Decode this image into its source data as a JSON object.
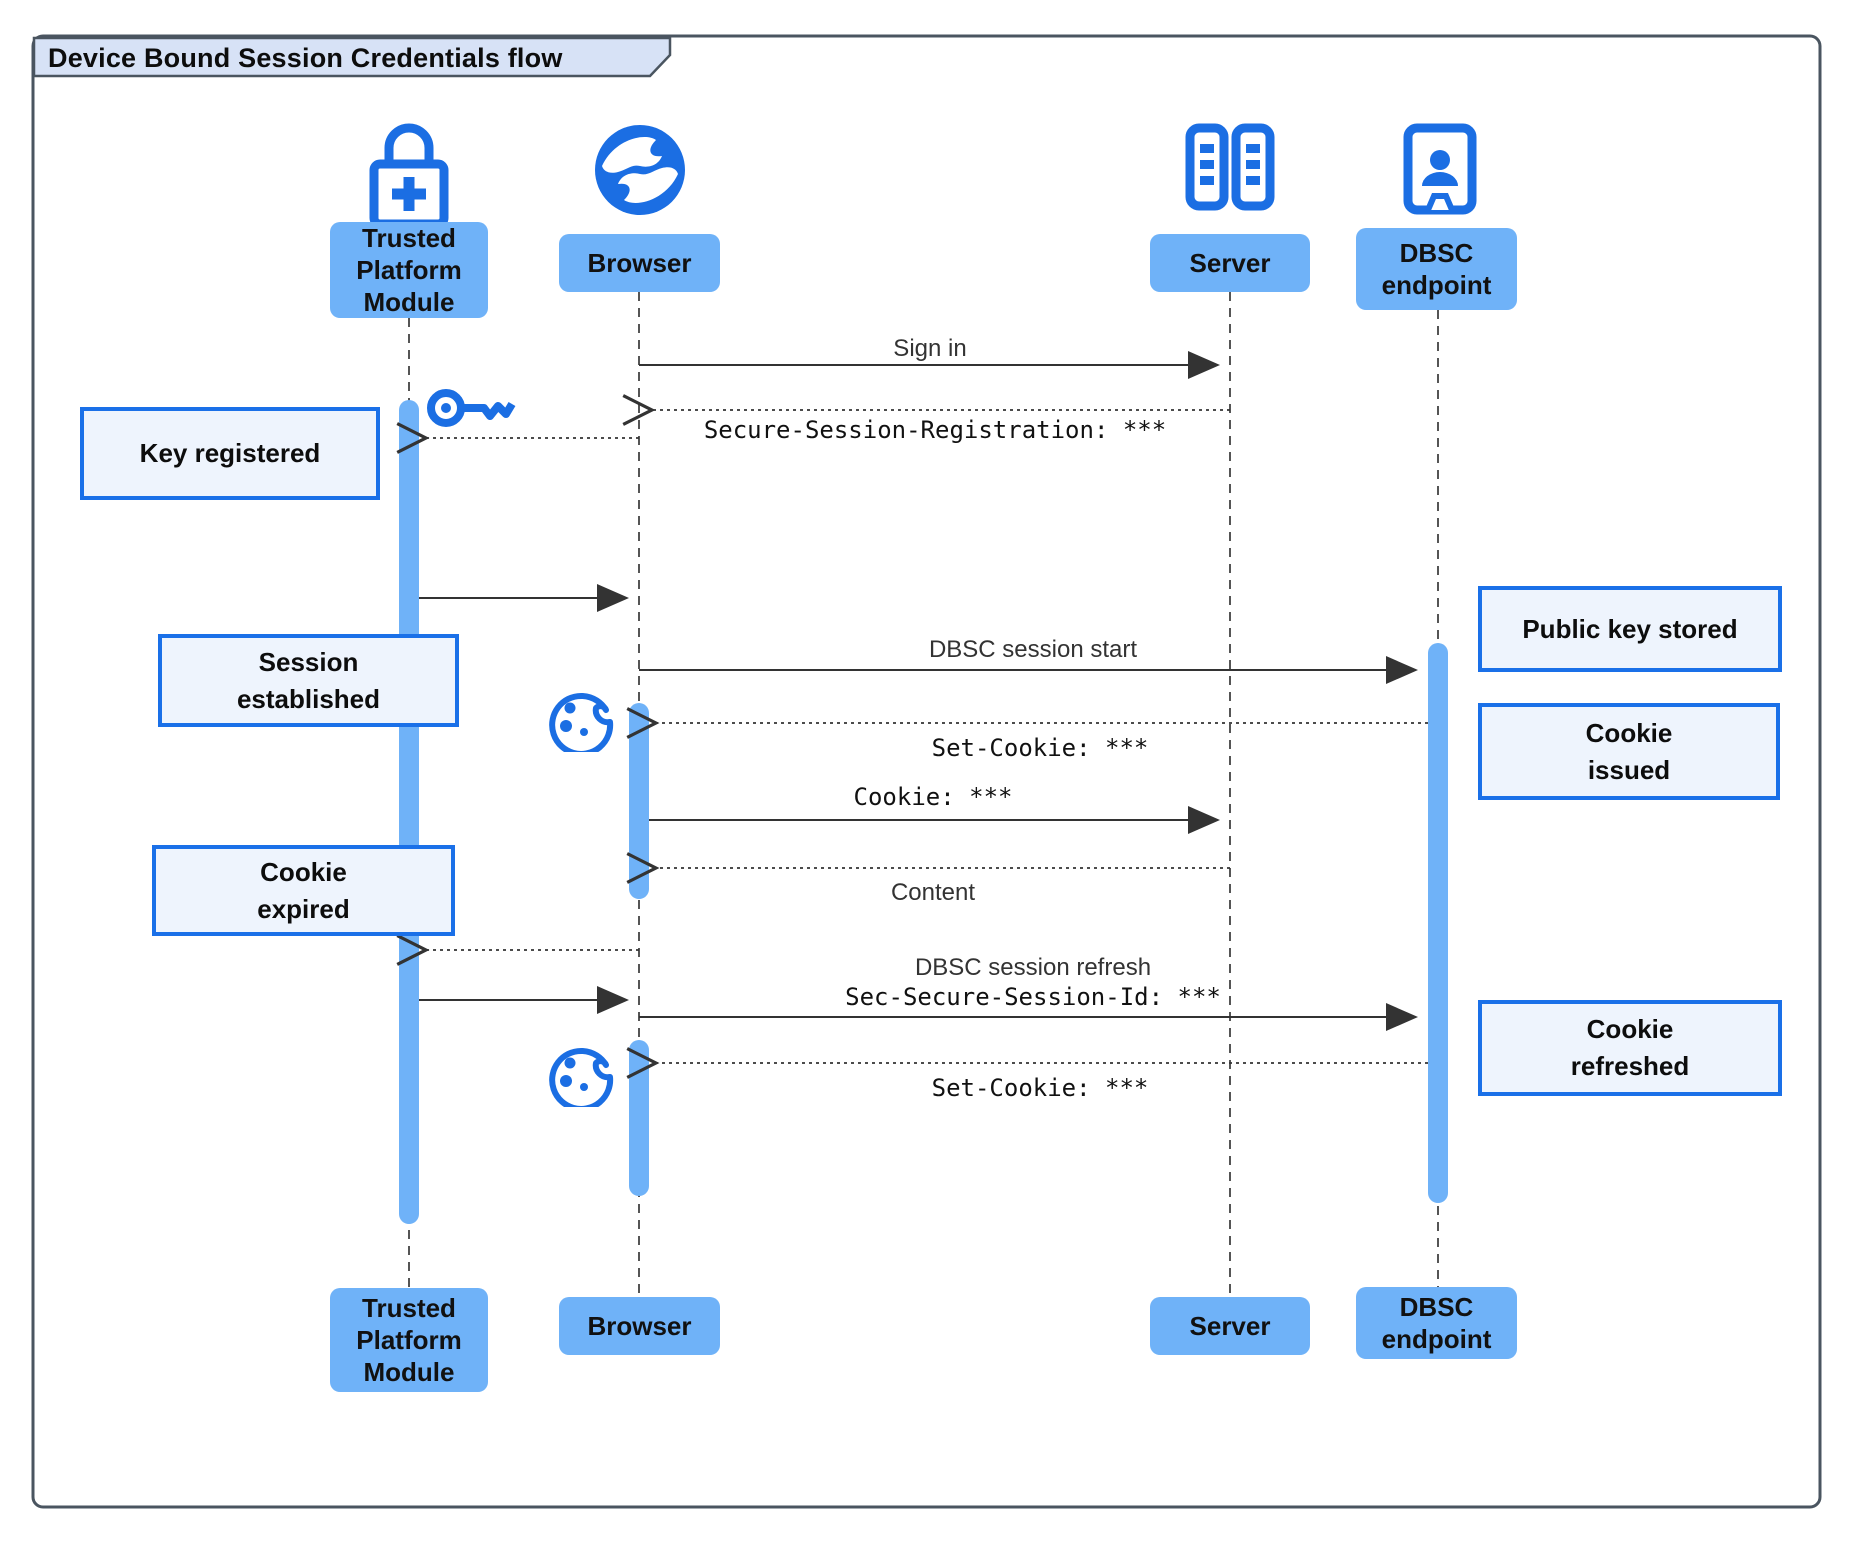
{
  "title": "Device Bound Session Credentials flow",
  "actors": [
    {
      "id": "tpm",
      "lines": [
        "Trusted",
        "Platform",
        "Module"
      ],
      "icon": "lock-plus-icon"
    },
    {
      "id": "browser",
      "lines": [
        "Browser"
      ],
      "icon": "globe-icon"
    },
    {
      "id": "server",
      "lines": [
        "Server"
      ],
      "icon": "server-racks-icon"
    },
    {
      "id": "dbsc",
      "lines": [
        "DBSC",
        "endpoint"
      ],
      "icon": "door-person-icon"
    }
  ],
  "notes": [
    {
      "id": "key-registered",
      "side": "left",
      "lines": [
        "Key registered"
      ]
    },
    {
      "id": "session-established",
      "side": "left",
      "lines": [
        "Session",
        "established"
      ]
    },
    {
      "id": "cookie-expired",
      "side": "left",
      "lines": [
        "Cookie",
        "expired"
      ]
    },
    {
      "id": "public-key-stored",
      "side": "right",
      "lines": [
        "Public key stored"
      ]
    },
    {
      "id": "cookie-issued",
      "side": "right",
      "lines": [
        "Cookie",
        "issued"
      ]
    },
    {
      "id": "cookie-refreshed",
      "side": "right",
      "lines": [
        "Cookie",
        "refreshed"
      ]
    }
  ],
  "messages": [
    {
      "label": "Sign in",
      "from": "Browser",
      "to": "Server",
      "style": "solid",
      "font": "sans"
    },
    {
      "label": "Secure-Session-Registration: ***",
      "from": "Server",
      "to": "Browser",
      "style": "dashed",
      "font": "mono"
    },
    {
      "label": "",
      "from": "Browser",
      "to": "TPM",
      "style": "dashed"
    },
    {
      "label": "",
      "from": "TPM",
      "to": "Browser",
      "style": "solid"
    },
    {
      "label": "DBSC session start",
      "from": "Browser",
      "to": "DBSC endpoint",
      "style": "solid",
      "font": "sans"
    },
    {
      "label": "Set-Cookie: ***",
      "from": "DBSC endpoint",
      "to": "Browser",
      "style": "dashed",
      "font": "mono"
    },
    {
      "label": "Cookie: ***",
      "from": "Browser",
      "to": "Server",
      "style": "solid",
      "font": "mono"
    },
    {
      "label": "Content",
      "from": "Server",
      "to": "Browser",
      "style": "dashed",
      "font": "sans"
    },
    {
      "label": "",
      "from": "Browser",
      "to": "TPM",
      "style": "dashed"
    },
    {
      "label": "",
      "from": "TPM",
      "to": "Browser",
      "style": "solid"
    },
    {
      "label": "DBSC session refresh",
      "label2": "Sec-Secure-Session-Id: ***",
      "from": "Browser",
      "to": "DBSC endpoint",
      "style": "solid",
      "font": "sans+mono"
    },
    {
      "label": "Set-Cookie: ***",
      "from": "DBSC endpoint",
      "to": "Browser",
      "style": "dashed",
      "font": "mono"
    }
  ],
  "colors": {
    "accent_blue": "#1b6ee3",
    "actor_fill": "#6fb2f8",
    "note_fill": "#eef4fd",
    "note_border": "#1a70e8",
    "title_fill": "#d7e2f6",
    "frame_border": "#4a5560",
    "line": "#333333"
  }
}
